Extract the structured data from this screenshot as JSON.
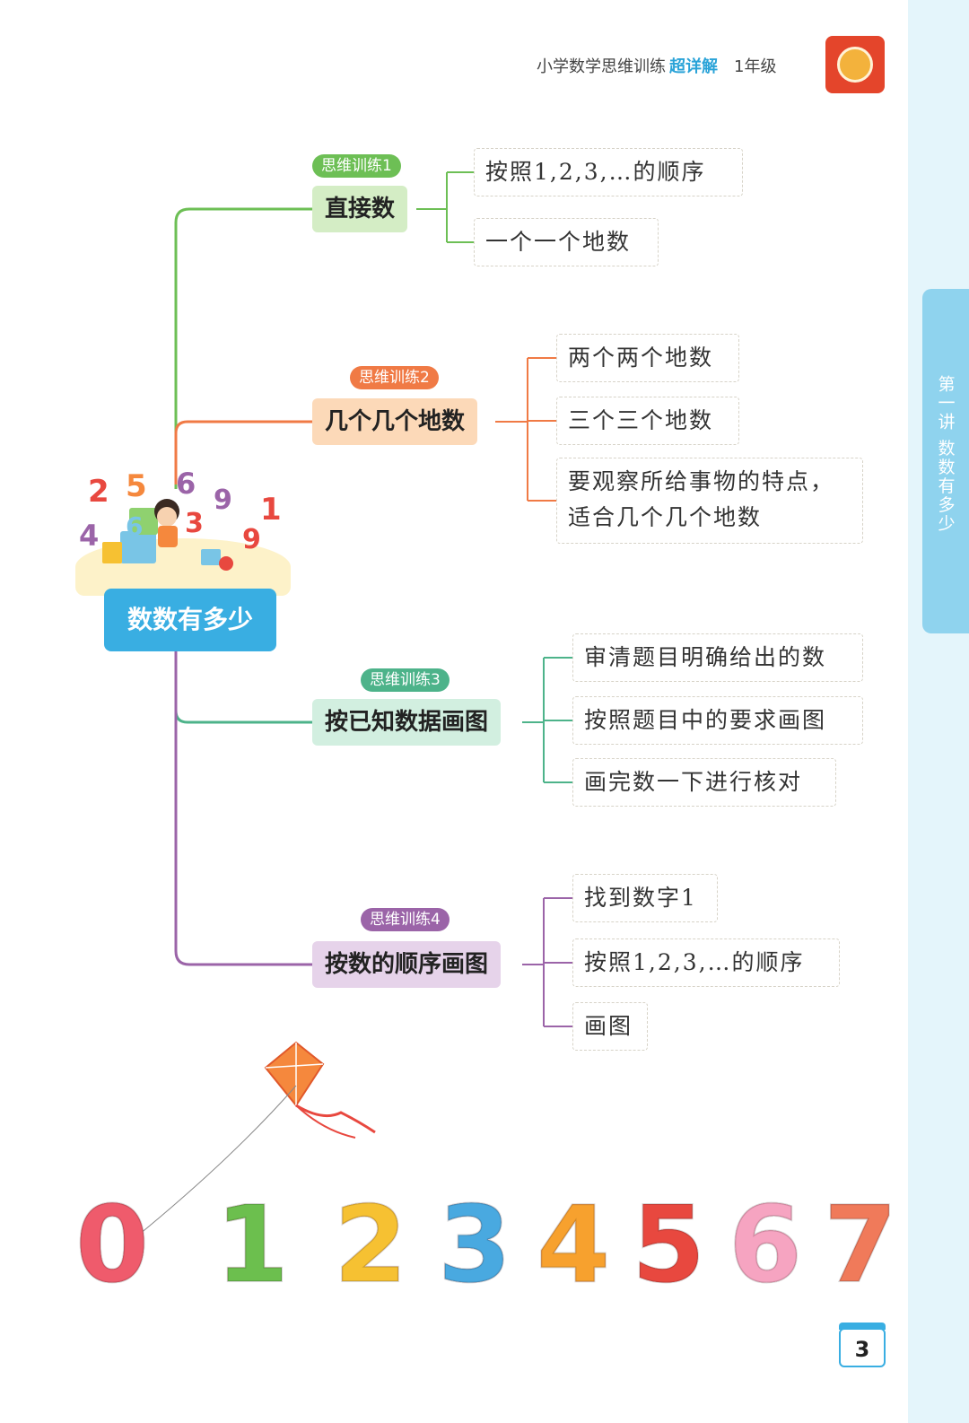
{
  "header": {
    "book_title": "小学数学思维训练",
    "highlight": "超详解",
    "grade": "1年级"
  },
  "side_tab": {
    "label": "第一讲 数数有多少"
  },
  "central": {
    "title": "数数有多少",
    "illustration_digits": [
      "2",
      "5",
      "6",
      "9",
      "1",
      "4",
      "6",
      "3",
      "9"
    ]
  },
  "branches": [
    {
      "tag": "思维训练1",
      "title": "直接数",
      "color": "#6dbf55",
      "bg": "#d4edc5",
      "leaves": [
        "按照1,2,3,…的顺序",
        "一个一个地数"
      ]
    },
    {
      "tag": "思维训练2",
      "title": "几个几个地数",
      "color": "#f07a45",
      "bg": "#fcd9b8",
      "leaves": [
        "两个两个地数",
        "三个三个地数",
        "要观察所给事物的特点，适合几个几个地数"
      ]
    },
    {
      "tag": "思维训练3",
      "title": "按已知数据画图",
      "color": "#4db38a",
      "bg": "#d2efe0",
      "leaves": [
        "审清题目明确给出的数",
        "按照题目中的要求画图",
        "画完数一下进行核对"
      ]
    },
    {
      "tag": "思维训练4",
      "title": "按数的顺序画图",
      "color": "#9b64a8",
      "bg": "#e6d3ea",
      "leaves": [
        "找到数字1",
        "按照1,2,3,…的顺序",
        "画图"
      ]
    }
  ],
  "bottom_digits": [
    "0",
    "1",
    "2",
    "3",
    "4",
    "5",
    "6",
    "7"
  ],
  "bottom_digit_colors": [
    "#ef5b6c",
    "#6cbf4e",
    "#f6c132",
    "#49a9e0",
    "#f7a12e",
    "#e8483f",
    "#f6a4c1",
    "#f07a5a"
  ],
  "page_number": "3"
}
